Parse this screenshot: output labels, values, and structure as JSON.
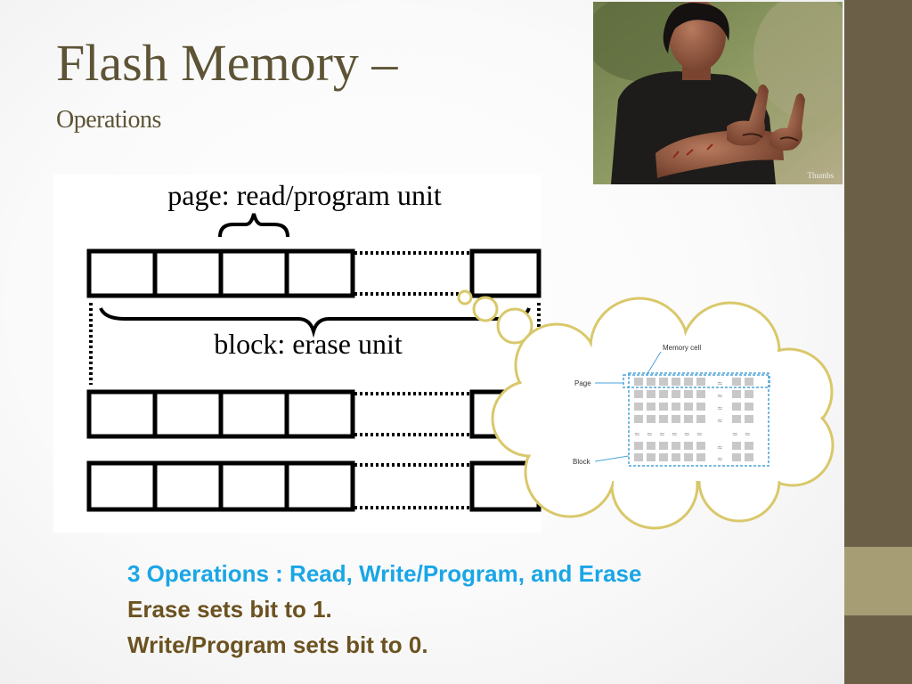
{
  "slide": {
    "title": "Flash Memory –",
    "subtitle": "Operations"
  },
  "diagram": {
    "page_label": "page: read/program unit",
    "block_label": "block: erase unit"
  },
  "thought_bubble": {
    "memory_cell_label": "Memory cell",
    "page_label": "Page",
    "block_label": "Block"
  },
  "photo": {
    "watermark": "Thumbs"
  },
  "bullets": [
    "3 Operations : Read, Write/Program, and Erase",
    "Erase sets bit to 1.",
    "Write/Program sets bit to 0."
  ],
  "colors": {
    "title": "#5d5436",
    "bullet_highlight": "#1aa6e6",
    "bullet_body": "#6b5220",
    "sidebar_dark": "#6b6047",
    "sidebar_light": "#a69d75",
    "cloud_outline": "#d9c86a"
  }
}
